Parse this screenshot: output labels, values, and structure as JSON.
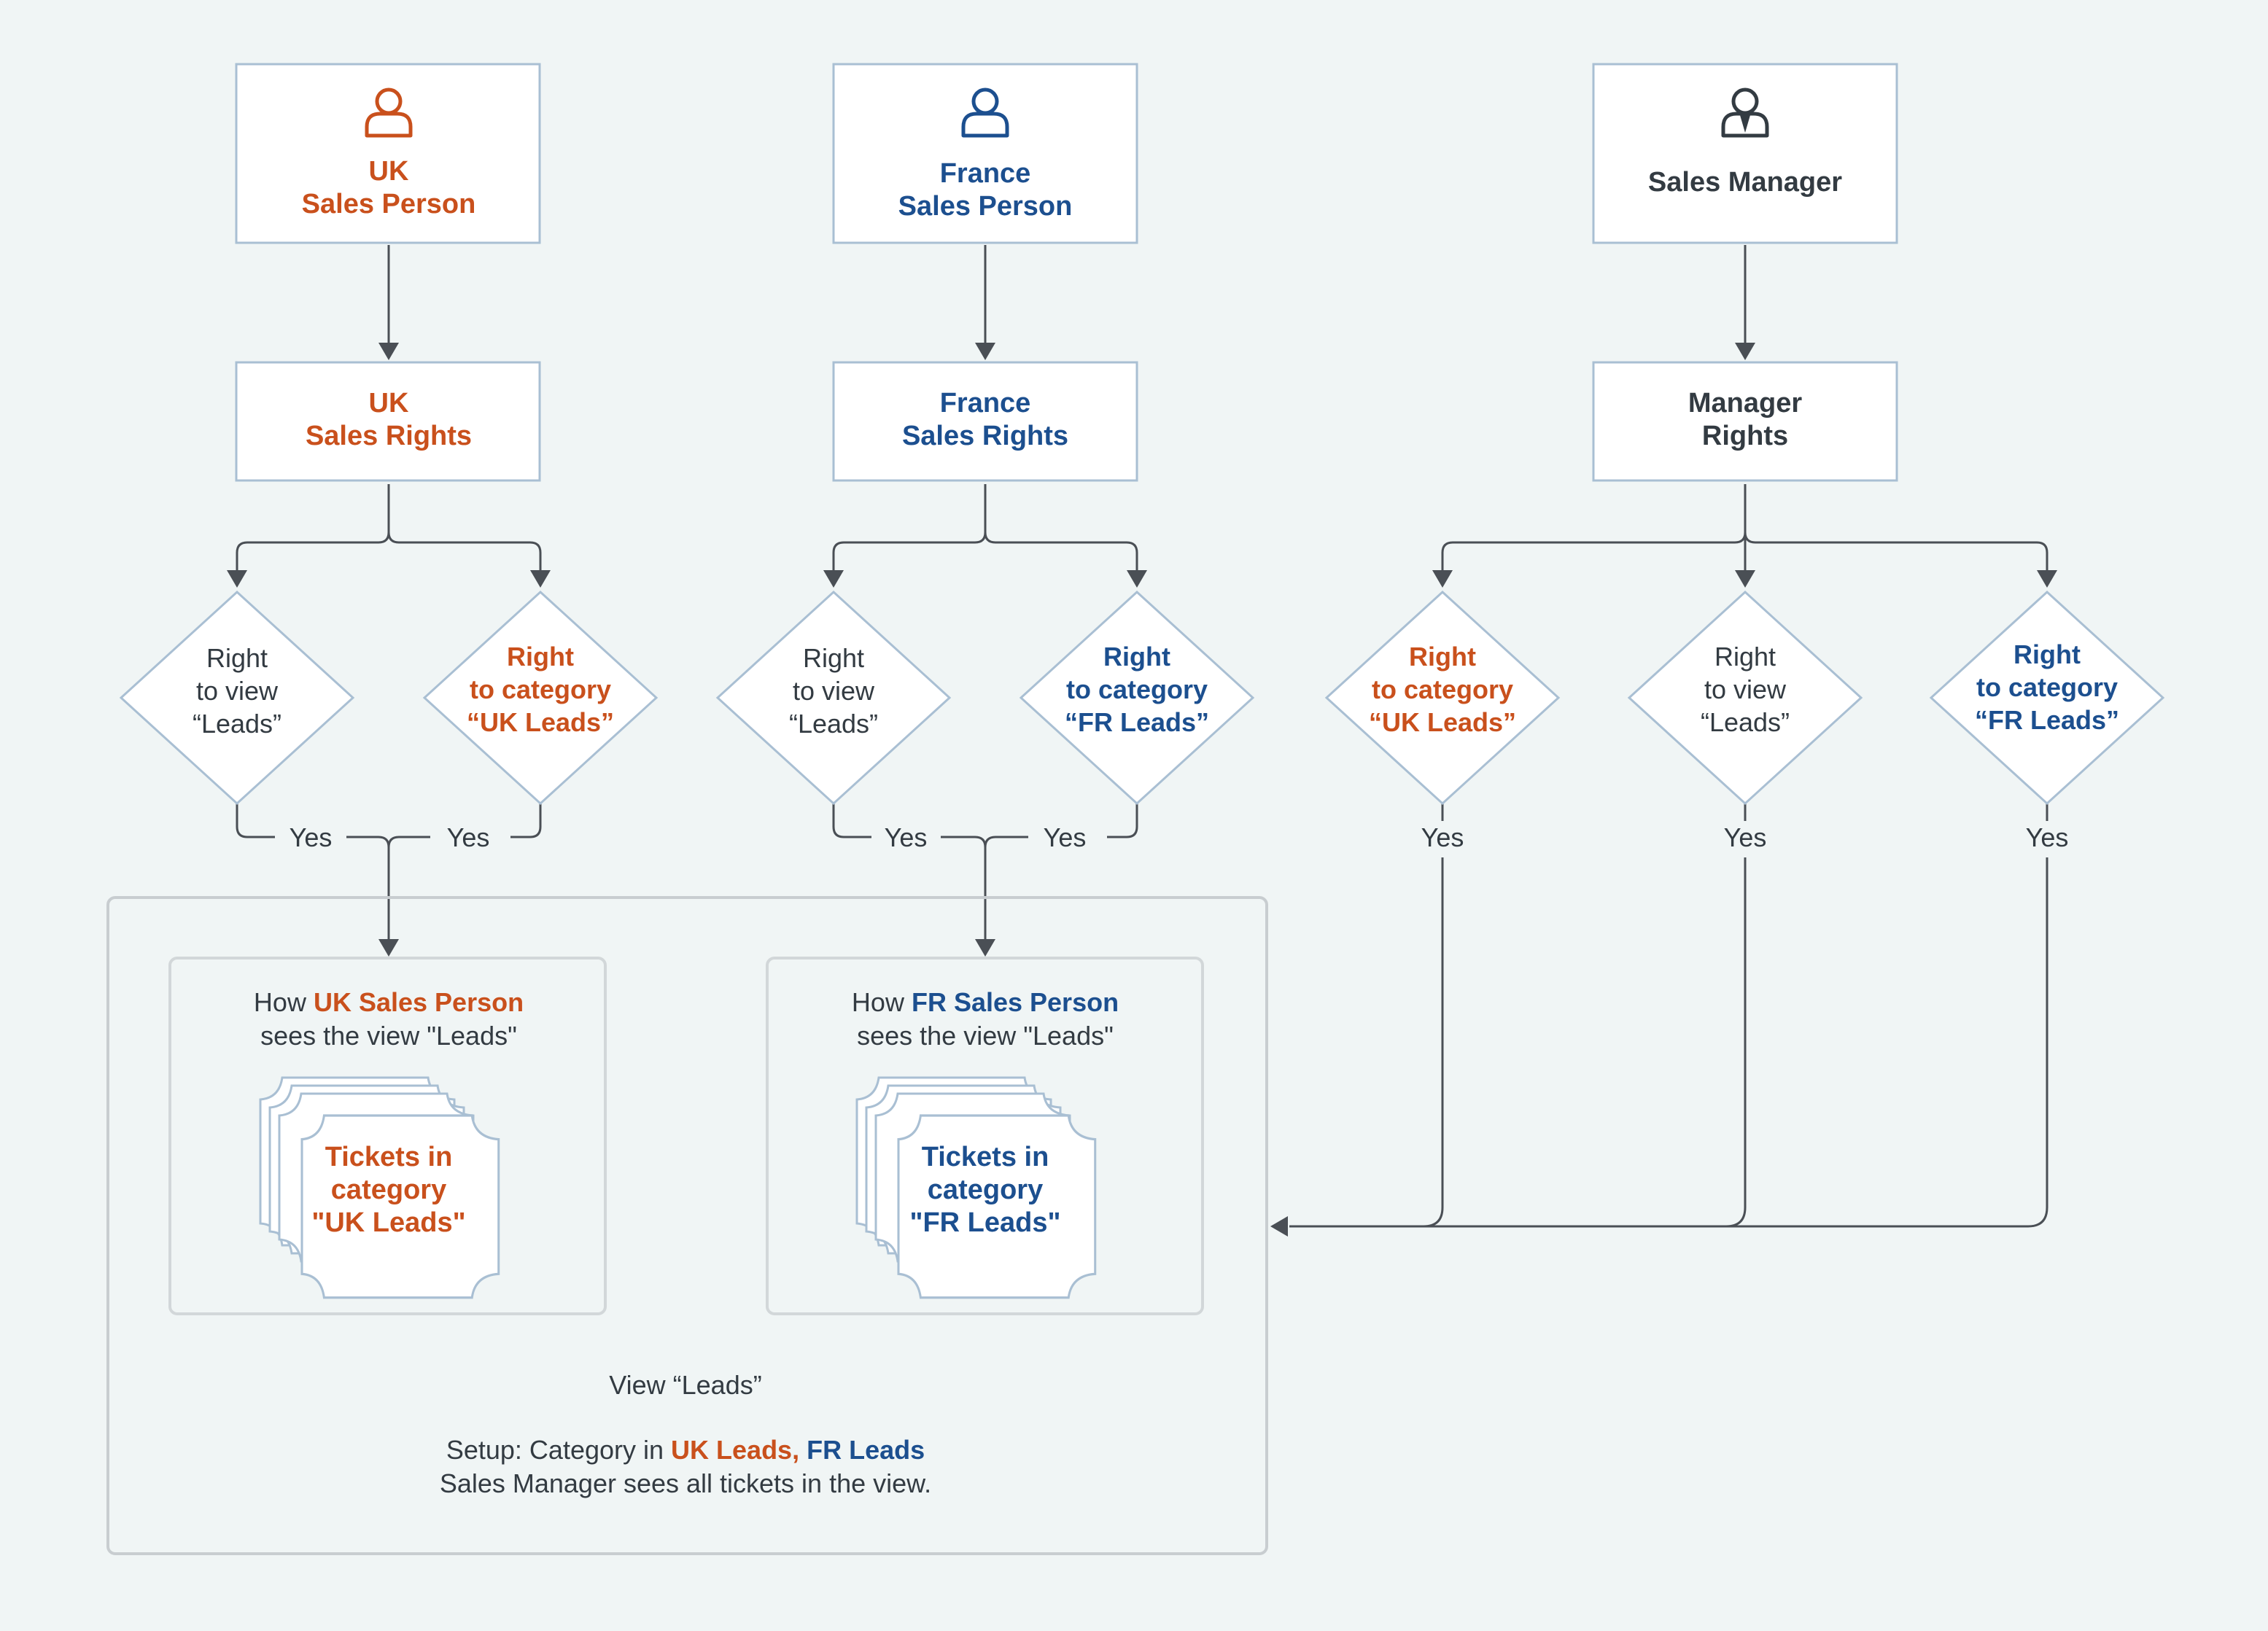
{
  "roles": {
    "uk_person": {
      "line1": "UK",
      "line2": "Sales Person"
    },
    "fr_person": {
      "line1": "France",
      "line2": "Sales Person"
    },
    "manager": {
      "label": "Sales Manager"
    }
  },
  "rights": {
    "uk": {
      "line1": "UK",
      "line2": "Sales Rights"
    },
    "fr": {
      "line1": "France",
      "line2": "Sales Rights"
    },
    "manager": {
      "line1": "Manager",
      "line2": "Rights"
    }
  },
  "decisions": {
    "view_leads": {
      "line1": "Right",
      "line2": "to view",
      "line3": "“Leads”"
    },
    "uk_category": {
      "line1": "Right",
      "line2": "to category",
      "line3": "“UK Leads”"
    },
    "fr_category": {
      "line1": "Right",
      "line2": "to category",
      "line3": "“FR Leads”"
    }
  },
  "yes_label": "Yes",
  "panels": {
    "uk": {
      "prefix": "How ",
      "highlight": "UK Sales Person",
      "line2": "sees the view \"Leads\"",
      "tickets": [
        "Tickets in",
        "category",
        "\"UK Leads\""
      ]
    },
    "fr": {
      "prefix": "How ",
      "highlight": "FR Sales Person",
      "line2": "sees the view \"Leads\"",
      "tickets": [
        "Tickets in",
        "category",
        "\"FR Leads\""
      ]
    }
  },
  "view": {
    "title": "View “Leads”",
    "setup_prefix": "Setup: Category in ",
    "setup_uk": "UK Leads,",
    "setup_fr": "FR Leads",
    "note": "Sales Manager sees all tickets in the view."
  },
  "colors": {
    "uk": "#c9501c",
    "fr": "#1c4f8f",
    "neutral": "#333b42",
    "background": "#f0f5f5",
    "box_border": "#a9bfd3"
  },
  "icons": [
    "person-icon",
    "manager-icon",
    "ticket-stack-icon"
  ]
}
